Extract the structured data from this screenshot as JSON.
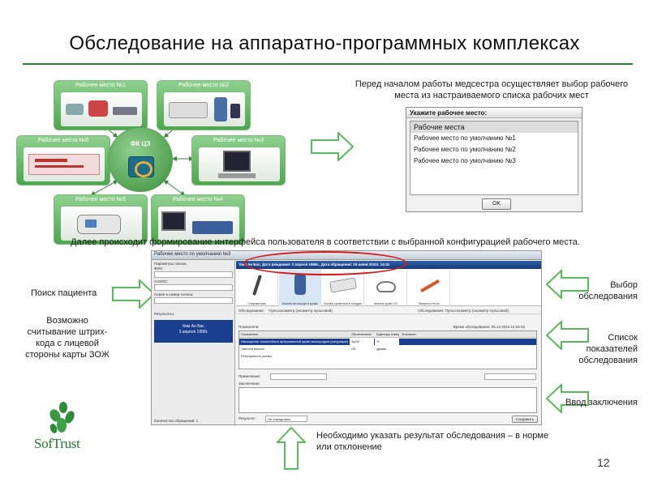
{
  "slide": {
    "title": "Обследование на аппаратно-программных комплексах",
    "page_number": "12"
  },
  "diagram": {
    "hub_label": "ФК ЦЗ",
    "workplaces": [
      "Рабочее место №1",
      "Рабочее место №2",
      "Рабочее место №3",
      "Рабочее место №4",
      "Рабочее место №5",
      "Рабочее место №6"
    ]
  },
  "captions": {
    "select_workplace": "Перед началом работы медсестра осуществляет выбор рабочего места из настраиваемого списка рабочих мест",
    "interface_forming": "Далее происходит формирование интерфейса пользователя в соответствии с выбранной конфигурацией рабочего места.",
    "patient_search": "Поиск пациента",
    "barcode_note": "Возможно считывание штрих-кода с лицевой стороны карты ЗОЖ",
    "choose_exam": "Выбор обследования",
    "indicator_list": "Список показателей обследования",
    "enter_conclusion": "Ввод заключения",
    "result_note": "Необходимо указать результат обследования – в норме или отклонение"
  },
  "workplace_dialog": {
    "title": "Укажите рабочее место:",
    "header": "Рабочие места",
    "items": [
      "Рабочее место по умолчанию №1",
      "Рабочее место по умолчанию №2",
      "Рабочее место по умолчанию №3"
    ],
    "ok_label": "OK"
  },
  "app_window": {
    "title": "Рабочее место по умолчанию №3",
    "left_panel": {
      "search_label": "Параметры поиска",
      "fio_label": "ФИО:",
      "snils_label": "СНИЛС:",
      "policy_label": "Серия и номер полиса:",
      "results_label": "Результаты:",
      "selected_patient_name": "Ким Ан Бас",
      "selected_patient_date": "3 апреля 1958г.",
      "count_label": "Количество обращений: 1"
    },
    "patient_bar": "Ким Ан Бас, Дата рождения: 3 апреля 1958г., Дата обращения: 25 июня 2010г. 14:41",
    "tools": [
      {
        "caption": "Спирометрия",
        "icon": "spirometer-icon"
      },
      {
        "caption": "Анализ кислорода в крови",
        "icon": "pulse-oximeter-icon"
      },
      {
        "caption": "Анализ кровотока в сосудах",
        "icon": "doppler-icon"
      },
      {
        "caption": "Анализ крови СО",
        "icon": "co-analyzer-icon"
      },
      {
        "caption": "Экспресс-тесты",
        "icon": "express-test-icon"
      }
    ],
    "exam_label": "Обследование:",
    "exam_value": "Пульсоксиметр (оксиметр пульсовой)",
    "exam_right": "Обследование: Пульсоксиметр (оксиметр пульсовой)",
    "indicators_label": "Показатели:",
    "exam_time": "Время обследования: 06.12.2010 12:34:32",
    "table": {
      "columns": [
        "Показатель",
        "Обозначение",
        "Единицы измерения",
        "Значение"
      ],
      "rows": [
        [
          "Насыщение гемоглобина артериальной крови кислородом (сатурация)",
          "SpO2",
          "%",
          ""
        ],
        [
          "Частота пульса",
          "ЧП",
          "уд/мин",
          ""
        ],
        [
          "Регулярность ритма",
          "",
          "",
          ""
        ]
      ]
    },
    "remark_label": "Примечание:",
    "conclusion_label": "Заключение:",
    "result_label": "Результат:",
    "result_value": "Не определено",
    "save_label": "Сохранить"
  },
  "logo": {
    "text": "SofTrust"
  },
  "colors": {
    "accent_green": "#2e7d32",
    "arrow_green": "#5cb85c",
    "highlight_red": "#d31a1a",
    "selection_blue": "#1b3f8f"
  }
}
